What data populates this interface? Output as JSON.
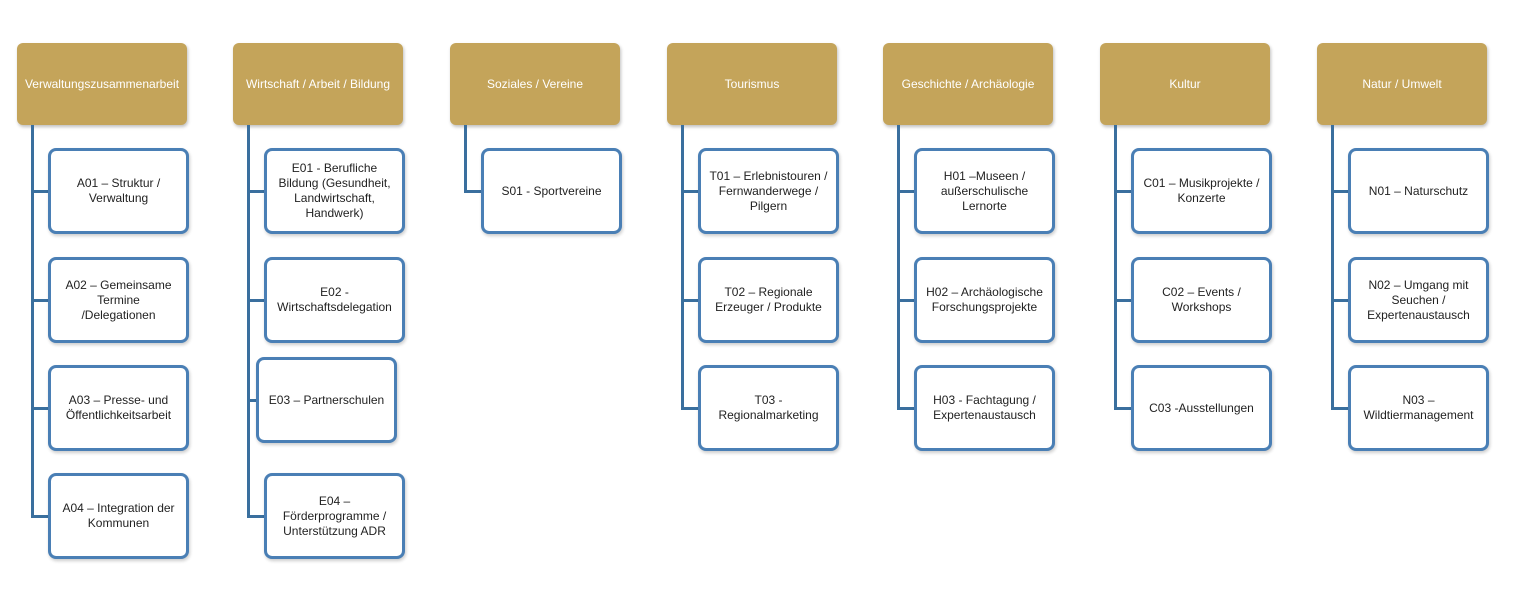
{
  "columns": [
    {
      "header": "Verwaltungszusammenarbeit",
      "items": [
        "A01 – Struktur /\nVerwaltung",
        "A02 – Gemeinsame\nTermine\n/Delegationen",
        "A03 – Presse- und\nÖffentlichkeitsarbeit",
        "A04 –  Integration der\nKommunen"
      ]
    },
    {
      "header": "Wirtschaft / Arbeit / Bildung",
      "items": [
        "E01 - Berufliche\nBildung (Gesundheit,\nLandwirtschaft,\nHandwerk)",
        "E02 -\nWirtschaftsdelegation",
        "E03 – Partnerschulen",
        "E04 –\nFörderprogramme /\nUnterstützung ADR"
      ]
    },
    {
      "header": "Soziales / Vereine",
      "items": [
        "S01 - Sportvereine"
      ]
    },
    {
      "header": "Tourismus",
      "items": [
        "T01 – Erlebnistouren /\nFernwanderwege /\nPilgern",
        "T02 – Regionale\nErzeuger / Produkte",
        "T03 -\nRegionalmarketing"
      ]
    },
    {
      "header": "Geschichte / Archäologie",
      "items": [
        "H01 –Museen /\naußerschulische\nLernorte",
        "H02 – Archäologische\nForschungsprojekte",
        "H03 - Fachtagung /\nExpertenaustausch"
      ]
    },
    {
      "header": "Kultur",
      "items": [
        "C01 – Musikprojekte /\nKonzerte",
        "C02 – Events /\nWorkshops",
        "C03 -Ausstellungen"
      ]
    },
    {
      "header": "Natur / Umwelt",
      "items": [
        "N01 – Naturschutz",
        "N02 – Umgang mit\nSeuchen /\nExpertenaustausch",
        "N03 –\nWildtiermanagement"
      ]
    }
  ],
  "colors": {
    "header_fill": "#c4a45a",
    "connector": "#3a6f9e",
    "box_border": "#4a7fb5"
  }
}
